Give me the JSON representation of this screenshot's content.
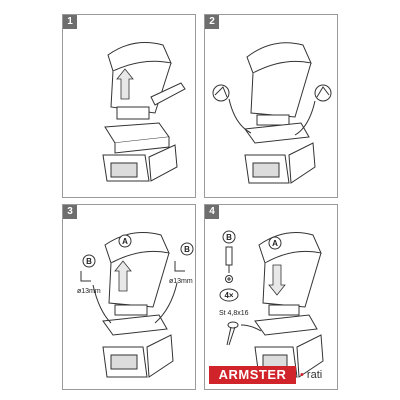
{
  "steps": [
    {
      "number": "1"
    },
    {
      "number": "2"
    },
    {
      "number": "3",
      "label_a": "A",
      "label_b_left": "B",
      "label_b_right": "B",
      "size_left": "ø13mm",
      "size_right": "ø13mm"
    },
    {
      "number": "4",
      "label_a": "A",
      "label_b": "B",
      "qty": "4×",
      "screw_spec": "St 4,8x16"
    }
  ],
  "logo": {
    "primary": "ARMSTER",
    "secondary_dot": "•",
    "secondary": "rati"
  },
  "colors": {
    "brand_red": "#d0232a",
    "panel_border": "#9a9a9a",
    "number_box": "#6e6e6e"
  }
}
